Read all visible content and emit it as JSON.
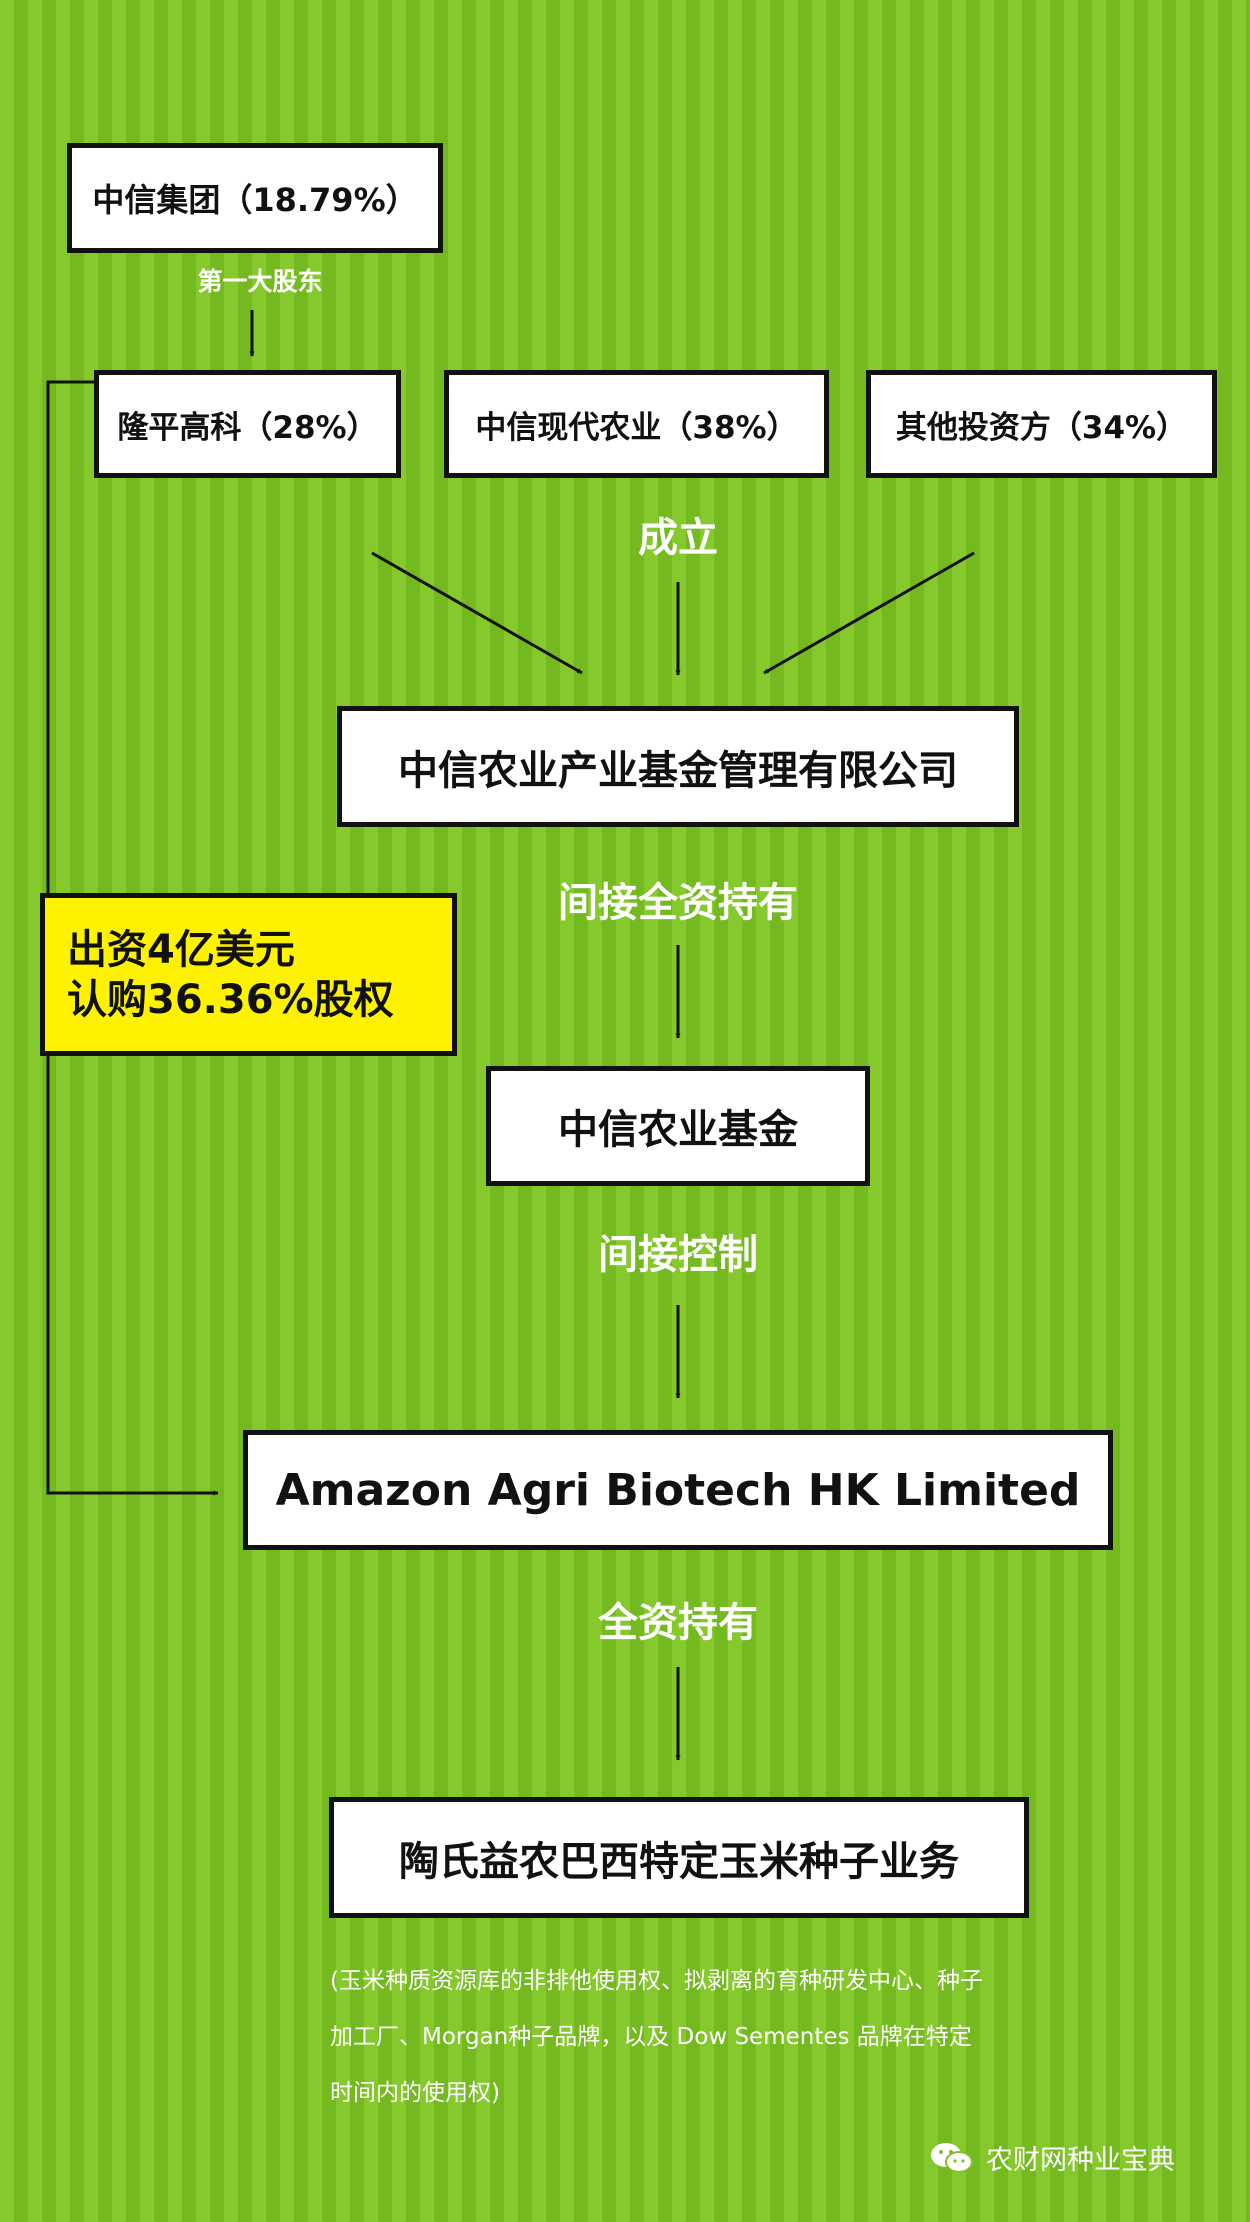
{
  "shareholder": {
    "label": "中信集团（18.79%）",
    "relation": "第一大股东"
  },
  "founders": [
    {
      "label": "隆平高科（28%）"
    },
    {
      "label": "中信现代农业（38%）"
    },
    {
      "label": "其他投资方（34%）"
    }
  ],
  "founded_label": "成立",
  "fund_manager": "中信农业产业基金管理有限公司",
  "rel_indirect_full": "间接全资持有",
  "fund": "中信农业基金",
  "rel_indirect_control": "间接控制",
  "hk_company": "Amazon Agri Biotech HK Limited",
  "rel_full": "全资持有",
  "target_business": "陶氏益农巴西特定玉米种子业务",
  "investment": {
    "line1": "出资4亿美元",
    "line2": "认购36.36%股权"
  },
  "note_lines": [
    "(玉米种质资源库的非排他使用权、拟剥离的育种研发中心、种子",
    "加工厂、Morgan种子品牌，以及 Dow Sementes 品牌在特定",
    "时间内的使用权)"
  ],
  "watermark": "农财网种业宝典"
}
